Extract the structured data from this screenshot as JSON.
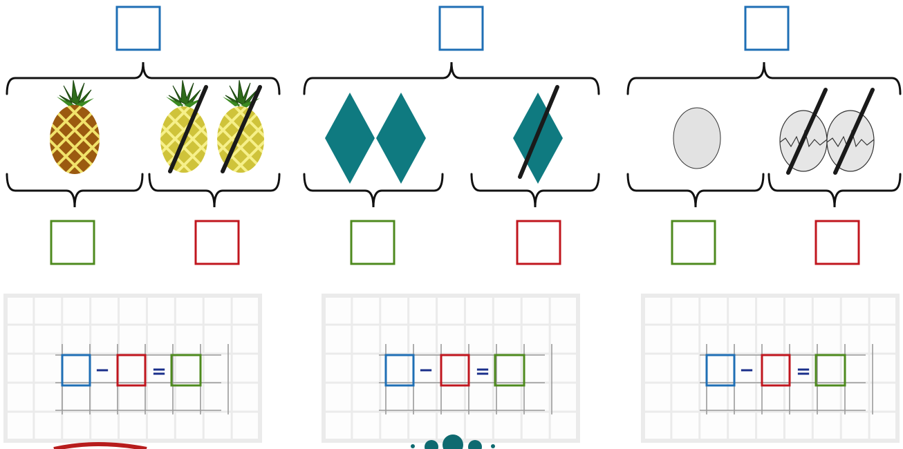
{
  "exercises": [
    {
      "id": "pineapples",
      "picture": "pineapple",
      "whole_count": 3,
      "kept_count": 1,
      "crossed_count": 2,
      "equation": {
        "minus": "−",
        "equals": "="
      }
    },
    {
      "id": "diamonds",
      "picture": "teal-diamond",
      "whole_count": 3,
      "kept_count": 2,
      "crossed_count": 1,
      "equation": {
        "minus": "−",
        "equals": "="
      }
    },
    {
      "id": "eggs",
      "picture": "egg",
      "whole_count": 3,
      "kept_count": 1,
      "crossed_count": 2,
      "equation": {
        "minus": "−",
        "equals": "="
      }
    }
  ],
  "colors": {
    "whole_box": "#1f6fb5",
    "kept_box": "#4e8a1e",
    "crossed_box": "#c0161e",
    "brace": "#111111",
    "operator": "#1a2f8a",
    "grid": "#9a9a9a",
    "diamond": "#0f7a80",
    "strike": "#1a1a1a"
  },
  "icons": [
    "pineapple-icon",
    "teal-diamond-icon",
    "egg-icon",
    "cracked-egg-icon",
    "strike-line-icon"
  ]
}
